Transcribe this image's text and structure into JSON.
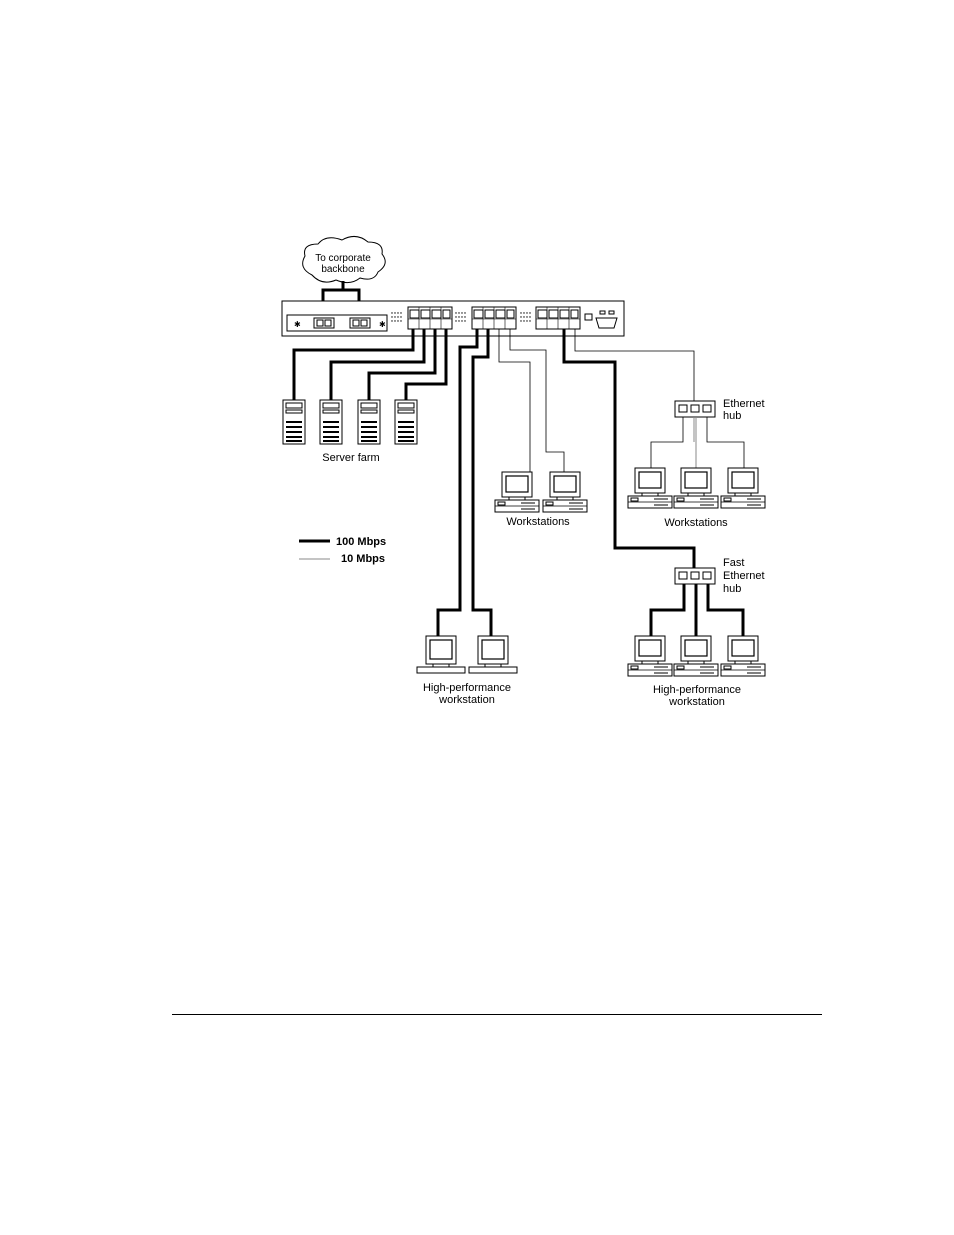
{
  "diagram": {
    "cloud_label": [
      "To corporate",
      "backbone"
    ],
    "server_farm_label": "Server farm",
    "workstations_left_label": "Workstations",
    "workstations_right_label": "Workstations",
    "ethernet_hub_label": [
      "Ethernet",
      "hub"
    ],
    "fast_ethernet_hub_label": [
      "Fast",
      "Ethernet",
      "hub"
    ],
    "hp_workstation_left_label": [
      "High-performance",
      "workstation"
    ],
    "hp_workstation_right_label": [
      "High-performance",
      "workstation"
    ],
    "legend": {
      "thick_label": "100 Mbps",
      "thin_label": "10 Mbps"
    }
  }
}
